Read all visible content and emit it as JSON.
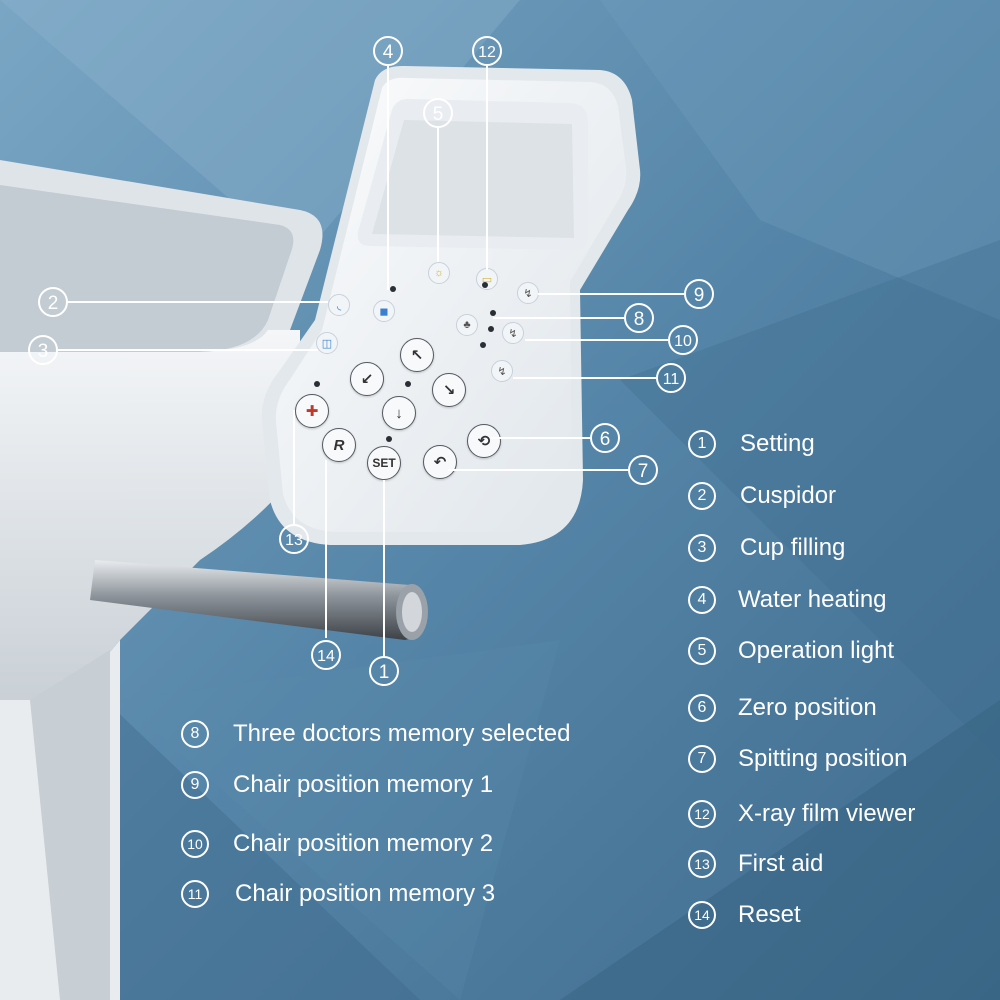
{
  "callouts": {
    "n1": "1",
    "n2": "2",
    "n3": "3",
    "n4": "4",
    "n5": "5",
    "n6": "6",
    "n7": "7",
    "n8": "8",
    "n9": "9",
    "n10": "10",
    "n11": "11",
    "n12": "12",
    "n13": "13",
    "n14": "14"
  },
  "panel_buttons": {
    "reset": "R",
    "set": "SET"
  },
  "legend_right": [
    {
      "num": "1",
      "label": "Setting"
    },
    {
      "num": "2",
      "label": "Cuspidor"
    },
    {
      "num": "3",
      "label": "Cup filling"
    },
    {
      "num": "4",
      "label": "Water heating"
    },
    {
      "num": "5",
      "label": "Operation light"
    },
    {
      "num": "6",
      "label": "Zero position"
    },
    {
      "num": "7",
      "label": "Spitting position"
    },
    {
      "num": "12",
      "label": "X-ray film viewer"
    },
    {
      "num": "13",
      "label": "First aid"
    },
    {
      "num": "14",
      "label": "Reset"
    }
  ],
  "legend_left": [
    {
      "num": "8",
      "label": "Three doctors memory selected"
    },
    {
      "num": "9",
      "label": "Chair position memory 1"
    },
    {
      "num": "10",
      "label": "Chair position memory 2"
    },
    {
      "num": "11",
      "label": "Chair position memory 3"
    }
  ],
  "colors": {
    "background": "#4f7ea0",
    "panel": "#f3f5f8",
    "text": "#ffffff",
    "indicator_blue": "#3a7fd0",
    "indicator_yellow": "#e8d060"
  },
  "icons": {
    "setting": "set-button-icon",
    "reset": "reset-button-icon",
    "first_aid": "first-aid-icon",
    "cuspidor": "cuspidor-icon",
    "cup_filling": "cup-filling-icon",
    "water_heating": "water-heating-icon",
    "operation_light": "operation-light-icon",
    "xray": "xray-viewer-icon",
    "memory": "chair-memory-icon"
  }
}
